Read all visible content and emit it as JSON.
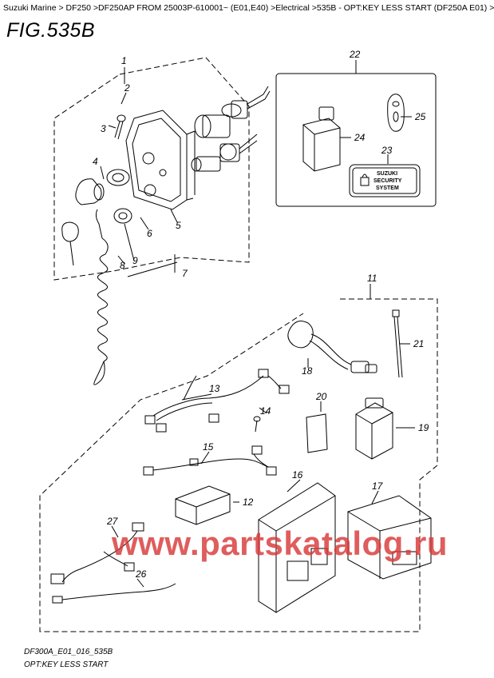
{
  "breadcrumb": "Suzuki Marine > DF250 >DF250AP FROM 25003P-610001~ (E01,E40) >Electrical >535B - OPT:KEY LESS START (DF250A E01) >",
  "figure": {
    "title": "FIG.535B"
  },
  "badge": {
    "line1": "SUZUKI",
    "line2": "SECURITY",
    "line3": "SYSTEM"
  },
  "callouts": [
    "1",
    "2",
    "3",
    "4",
    "5",
    "6",
    "7",
    "8",
    "9",
    "11",
    "12",
    "13",
    "14",
    "15",
    "16",
    "17",
    "18",
    "19",
    "20",
    "21",
    "22",
    "23",
    "24",
    "25",
    "26",
    "27"
  ],
  "watermark": "www.partskatalog.ru",
  "footer": {
    "code": "DF300A_E01_016_535B",
    "name": "OPT:KEY LESS START"
  },
  "colors": {
    "line": "#000000",
    "watermark": "#d93a3a"
  }
}
